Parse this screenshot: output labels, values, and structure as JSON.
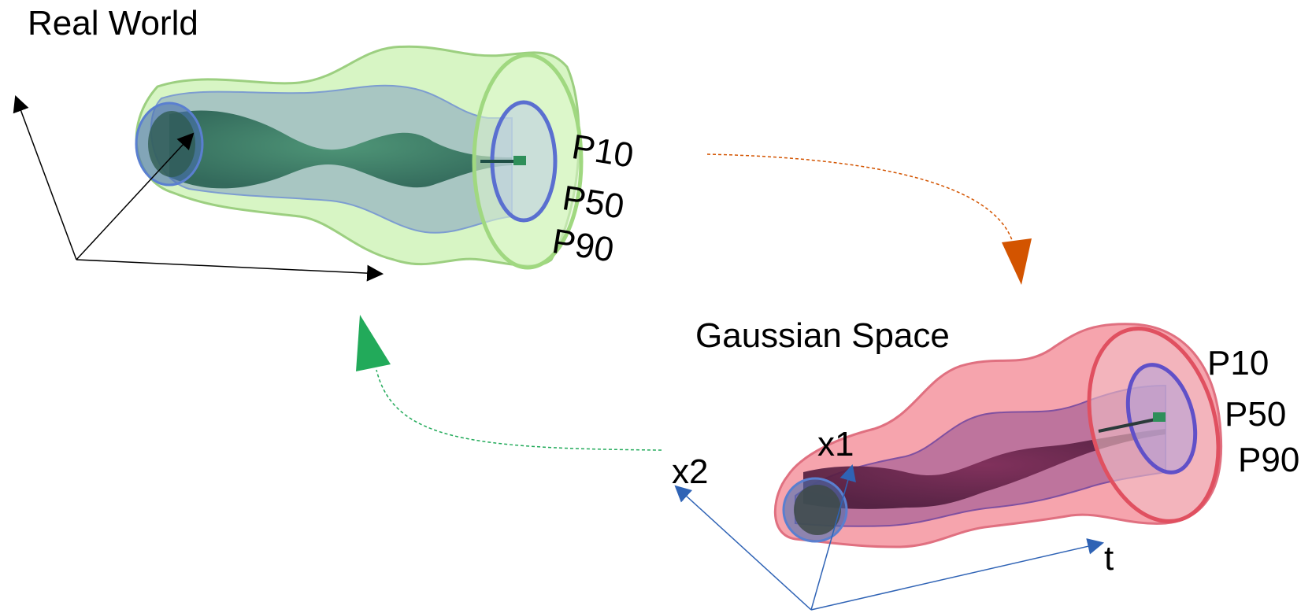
{
  "real_world": {
    "title": "Real World",
    "percentiles": [
      "P10",
      "P50",
      "P90"
    ],
    "tube_color": "#9fe07a",
    "axis_color": "#000000"
  },
  "gaussian_space": {
    "title": "Gaussian Space",
    "percentiles": [
      "P10",
      "P50",
      "P90"
    ],
    "axis_labels": {
      "x1": "x1",
      "x2": "x2",
      "t": "t"
    },
    "tube_color": "#e8506a",
    "axis_color": "#2f63b5"
  },
  "arrows": {
    "forward_color": "#d35400",
    "backward_color": "#22aa5a"
  }
}
